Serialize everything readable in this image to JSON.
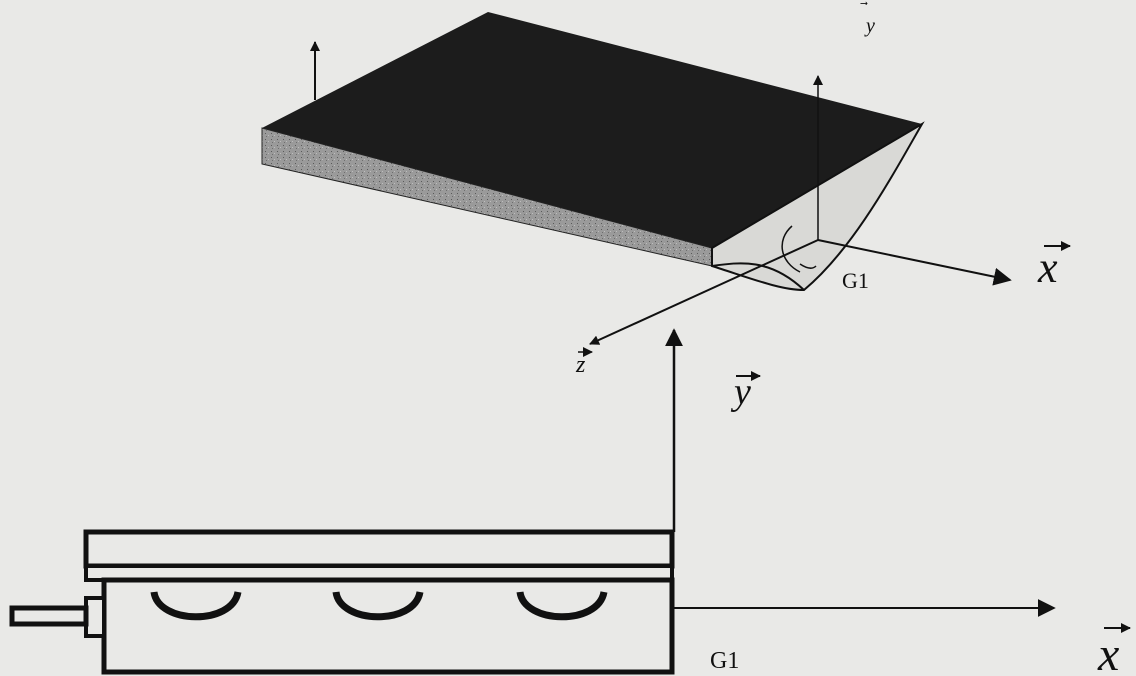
{
  "figure": {
    "top_view": {
      "axis_x": "x",
      "axis_y": "y",
      "axis_z": "z",
      "origin": "G1"
    },
    "side_view": {
      "axis_x": "x",
      "axis_y": "y",
      "origin": "G1"
    },
    "colors": {
      "background": "#e9e9e7",
      "ink": "#111111",
      "slab_top": "#1c1c1c",
      "slab_edge": "#8c8c8c",
      "slab_end": "#d9d9d6"
    }
  }
}
